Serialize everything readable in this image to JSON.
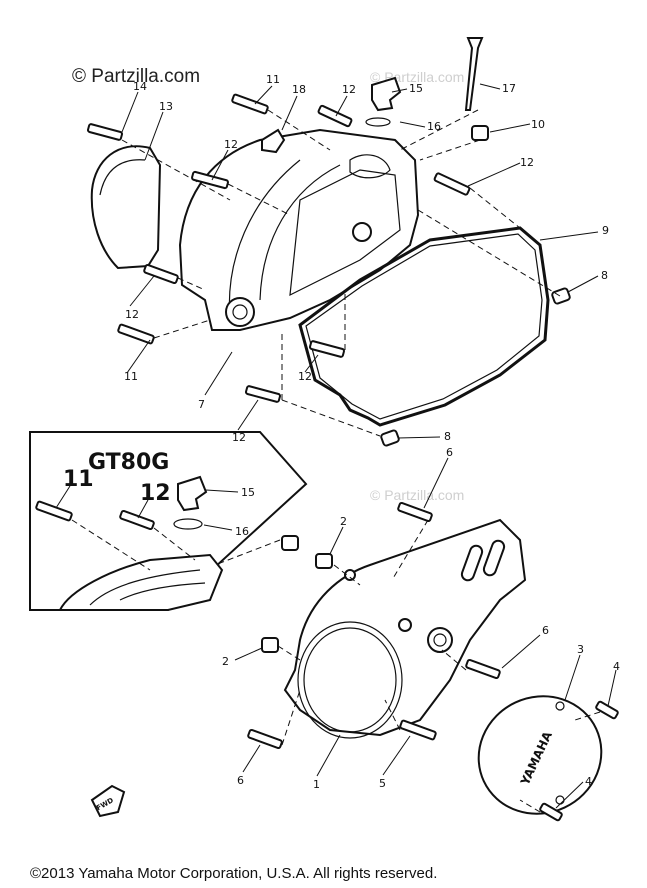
{
  "watermarks": {
    "main": "© Partzilla.com",
    "faint": "© Partzilla.com"
  },
  "inset": {
    "title": "GT80G"
  },
  "callouts": {
    "c1": "1",
    "c2a": "2",
    "c2b": "2",
    "c3": "3",
    "c4a": "4",
    "c4b": "4",
    "c5": "5",
    "c6a": "6",
    "c6b": "6",
    "c6c": "6",
    "c7": "7",
    "c8a": "8",
    "c8b": "8",
    "c9": "9",
    "c10": "10",
    "c11a": "11",
    "c11b": "11",
    "c11c": "11",
    "c12a": "12",
    "c12b": "12",
    "c12c": "12",
    "c12d": "12",
    "c12e": "12",
    "c12f": "12",
    "c12g": "12",
    "c13": "13",
    "c14": "14",
    "c15a": "15",
    "c15b": "15",
    "c16a": "16",
    "c16b": "16",
    "c17": "17",
    "c18": "18"
  },
  "cover_text": {
    "brand": "YAMAHA",
    "fwd": "FWD"
  },
  "footer": {
    "copyright": "©2013  Yamaha Motor Corporation, U.S.A. All rights reserved."
  }
}
